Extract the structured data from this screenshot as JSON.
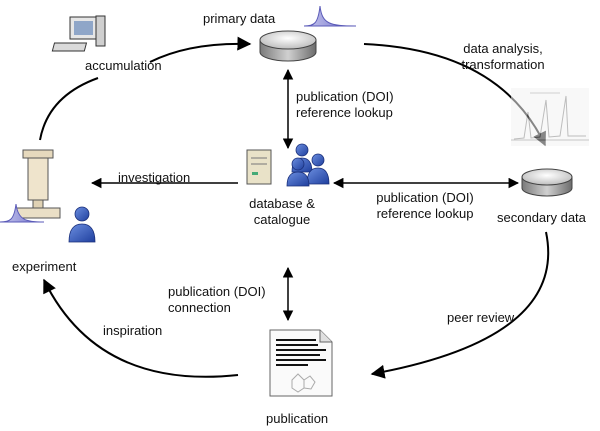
{
  "diagram": {
    "nodes": {
      "primary_data": "primary data",
      "accumulation": "accumulation",
      "analysis": [
        "data analysis,",
        "transformation"
      ],
      "secondary_data": "secondary data",
      "database": [
        "database &",
        "catalogue"
      ],
      "experiment": "experiment",
      "publication": "publication"
    },
    "edges": {
      "investigation": "investigation",
      "pub_ref_top": [
        "publication (DOI)",
        "reference lookup"
      ],
      "pub_ref_right": [
        "publication (DOI)",
        "reference lookup"
      ],
      "pub_connection": [
        "publication (DOI)",
        "connection"
      ],
      "peer_review": "peer review",
      "inspiration": "inspiration"
    }
  }
}
